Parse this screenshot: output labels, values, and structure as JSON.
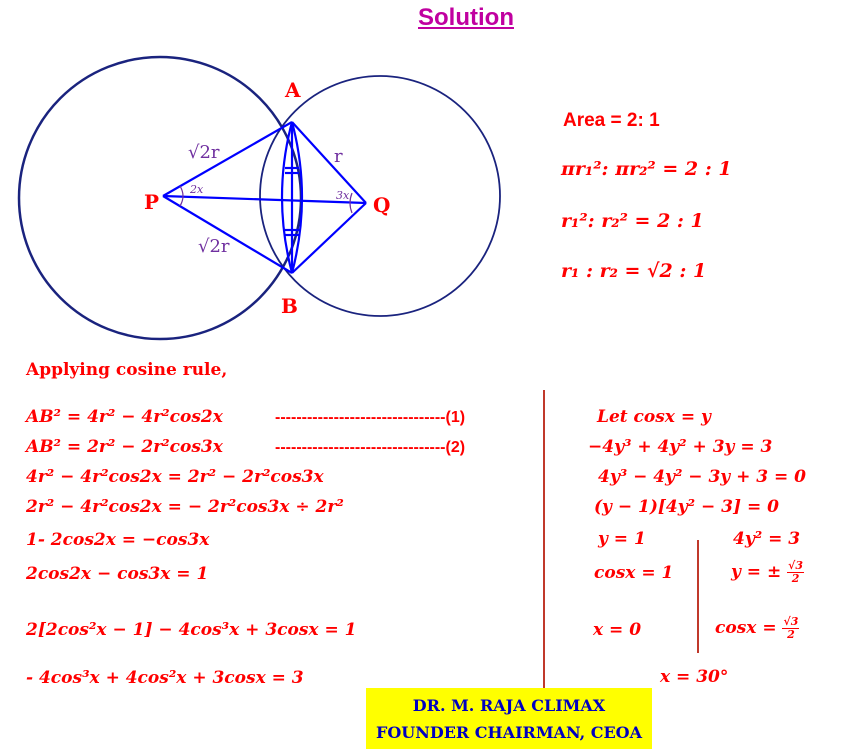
{
  "title": "Solution",
  "diagram": {
    "points": {
      "A": "A",
      "B": "B",
      "P": "P",
      "Q": "Q"
    },
    "labels": {
      "pa": "√2r",
      "pb": "√2r",
      "aq": "r",
      "angle_p": "2x",
      "angle_q": "3x"
    },
    "colors": {
      "circle": "#1a237e",
      "lines": "#0000ff",
      "points": "#ff0000"
    }
  },
  "ratios": [
    "Area = 2: 1",
    "πr₁²: πr₂² = 2 : 1",
    "r₁²: r₂² = 2 : 1",
    "r₁ :  r₂ = √2 : 1"
  ],
  "heading": "Applying cosine rule,",
  "left_steps": [
    "AB² = 4r² −  4r²cos2x",
    "AB² = 2r² −  2r²cos3x",
    "4r² −  4r²cos2x      = 2r² −  2r²cos3x",
    "2r² − 4r²cos2x   = − 2r²cos3x  ÷  2r²",
    "1- 2cos2x  =  −cos3x",
    "2cos2x −  cos3x = 1",
    "2[2cos²x − 1] − 4cos³x + 3cosx = 1",
    "- 4cos³x +  4cos²x + 3cosx = 3"
  ],
  "eq_refs": [
    "--------------------------------(1)",
    "--------------------------------(2)"
  ],
  "right_steps": [
    "Let cosx = y",
    "−4y³ + 4y² + 3y = 3",
    "4y³ − 4y² − 3y + 3 = 0",
    "(y − 1)[4y² − 3] = 0"
  ],
  "case1": [
    "y = 1",
    "cosx = 1",
    "x = 0"
  ],
  "case2": {
    "line1": "4y² = 3",
    "line2_prefix": "y =  ±",
    "line3_prefix": "cosx =",
    "frac_num": "√3",
    "frac_den": "2"
  },
  "result": "x = 30°",
  "signature": [
    "DR. M. RAJA CLIMAX",
    "FOUNDER CHAIRMAN, CEOA"
  ]
}
